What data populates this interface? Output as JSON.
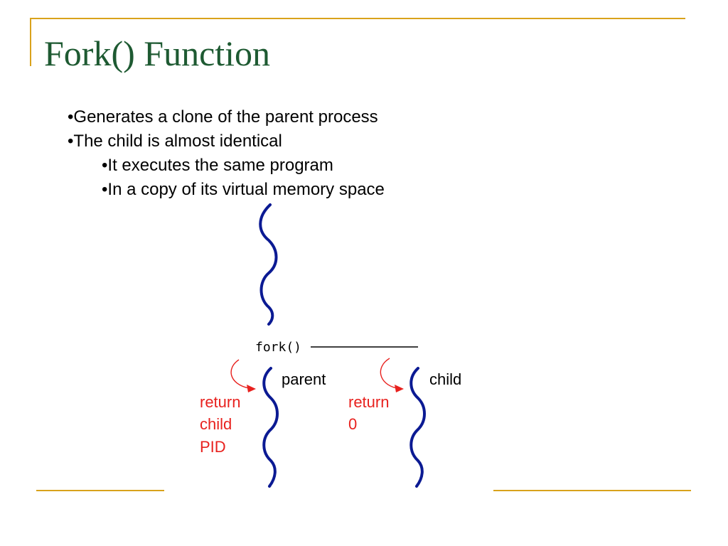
{
  "slide": {
    "title": "Fork() Function",
    "bullets": [
      {
        "text": "•Generates a clone of the parent process",
        "level": 1
      },
      {
        "text": "•The child is almost identical",
        "level": 1
      },
      {
        "text": "•It executes the same program",
        "level": 2
      },
      {
        "text": "•In a copy of its virtual memory space",
        "level": 2
      }
    ]
  },
  "diagram": {
    "fork_label": "fork()",
    "parent_label": "parent",
    "child_label": "child",
    "parent_return_lines": [
      "return",
      "child",
      "PID"
    ],
    "child_return_lines": [
      "return",
      "0"
    ]
  },
  "colors": {
    "title": "#1e5a32",
    "accent_lines": "#d9a21b",
    "thread": "#0b1a93",
    "return_text": "#e8211e",
    "arrow": "#e8211e",
    "text": "#000000"
  }
}
